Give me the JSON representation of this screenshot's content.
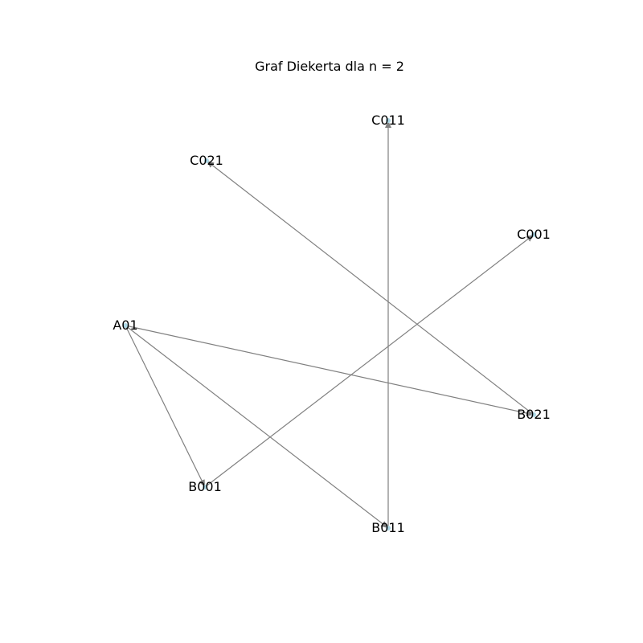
{
  "title": "Graf Diekerta dla n = 2",
  "nodes": [
    {
      "id": "A01",
      "label": "A01"
    },
    {
      "id": "B001",
      "label": "B001"
    },
    {
      "id": "B011",
      "label": "B011"
    },
    {
      "id": "B021",
      "label": "B021"
    },
    {
      "id": "C001",
      "label": "C001"
    },
    {
      "id": "C011",
      "label": "C011"
    },
    {
      "id": "C021",
      "label": "C021"
    }
  ],
  "edges": [
    {
      "from": "A01",
      "to": "B001"
    },
    {
      "from": "A01",
      "to": "B011"
    },
    {
      "from": "A01",
      "to": "B021"
    },
    {
      "from": "B001",
      "to": "C001"
    },
    {
      "from": "B011",
      "to": "C011"
    },
    {
      "from": "B021",
      "to": "C021"
    }
  ],
  "colors": {
    "edge": "#808080",
    "node": "#add8e6"
  }
}
